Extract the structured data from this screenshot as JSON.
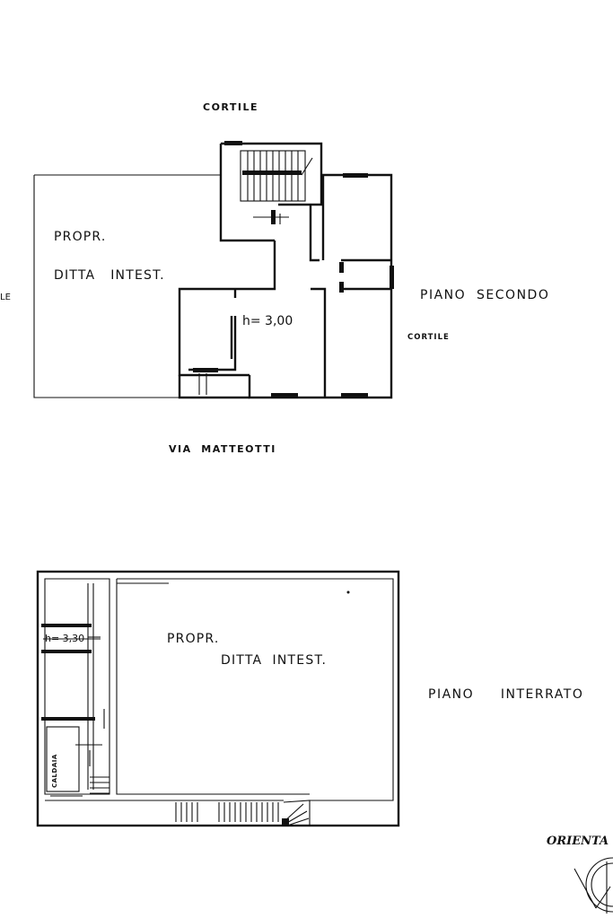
{
  "upper_plan": {
    "top_label": "CORTILE",
    "left_label": "LE",
    "owner_line1": "PROPR.",
    "owner_line2": "DITTA   INTEST.",
    "height": "h= 3,00",
    "floor_name": "PIANO  SECONDO",
    "right_label": "CORTILE",
    "street_label": "VIA  MATTEOTTI"
  },
  "lower_plan": {
    "height": "h= 3,30",
    "owner_line1": "PROPR.",
    "owner_line2": "DITTA  INTEST.",
    "floor_name": "PIANO     INTERRATO",
    "boiler_label": "CALDAIA"
  },
  "orientation": {
    "label": "ORIENTA",
    "icon": "north-arrow-icon"
  },
  "colors": {
    "ink": "#111111",
    "paper": "#ffffff"
  }
}
